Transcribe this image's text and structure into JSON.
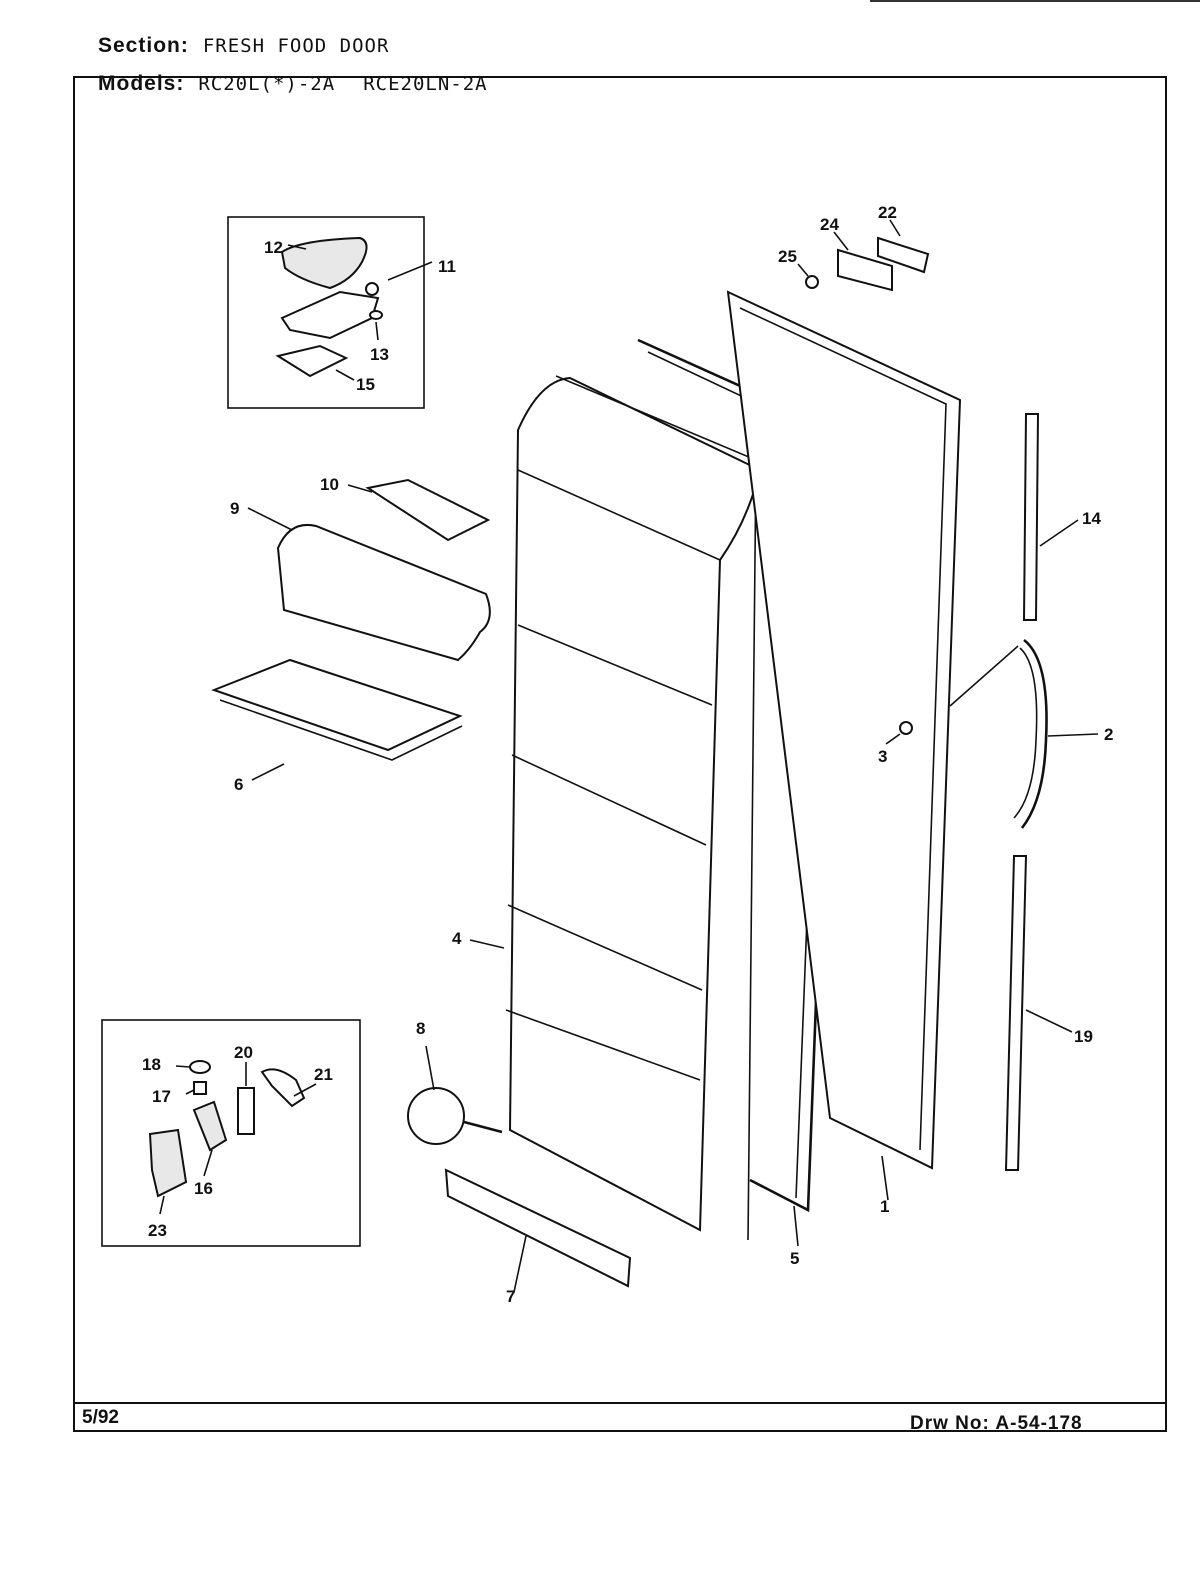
{
  "section": {
    "label": "Section:",
    "value": "FRESH FOOD DOOR"
  },
  "models": {
    "label": "Models:",
    "values": [
      "RC20L(*)-2A",
      "RCE20LN-2A"
    ]
  },
  "footer": {
    "date": "5/92",
    "drawing_number": "Drw No: A-54-178"
  },
  "part_callouts": [
    "1",
    "2",
    "3",
    "4",
    "5",
    "6",
    "7",
    "8",
    "9",
    "10",
    "11",
    "12",
    "13",
    "14",
    "15",
    "16",
    "17",
    "18",
    "19",
    "20",
    "21",
    "22",
    "23",
    "24",
    "25"
  ]
}
